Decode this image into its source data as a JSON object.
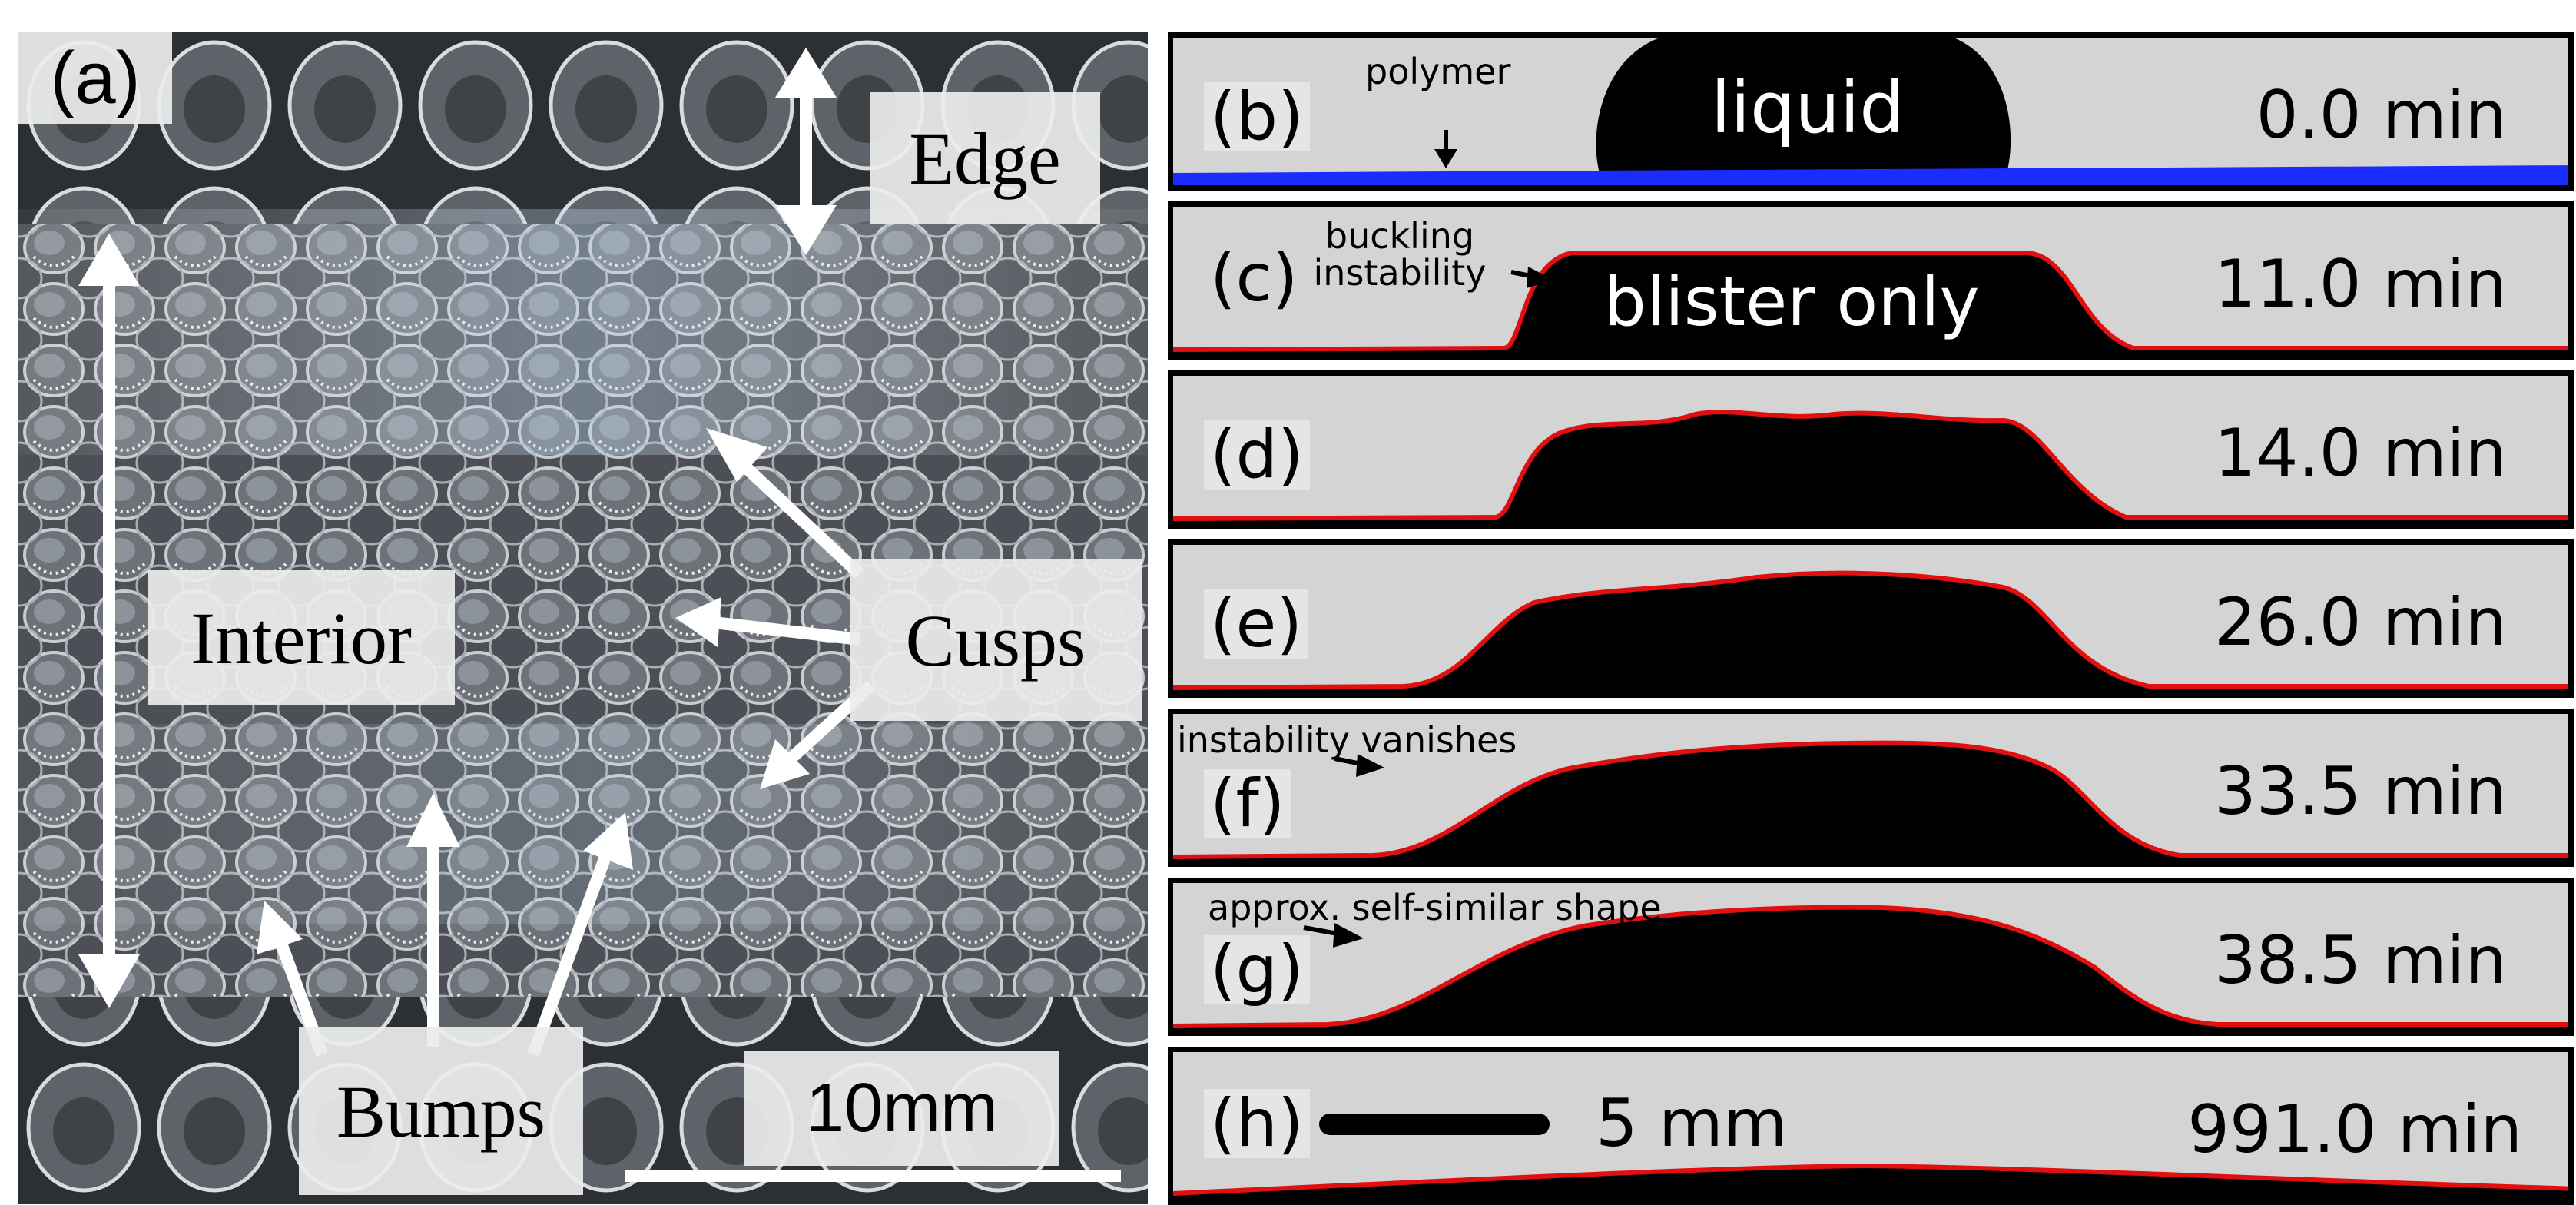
{
  "panel_a": {
    "tag": "(a)",
    "labels": {
      "edge": "Edge",
      "interior": "Interior",
      "cusps": "Cusps",
      "bumps": "Bumps",
      "scale": "10mm"
    }
  },
  "strips": [
    {
      "tag": "(b)",
      "time": "0.0 min",
      "label": "liquid",
      "annotation": "polymer"
    },
    {
      "tag": "(c)",
      "time": "11.0 min",
      "label": "blister only",
      "annotation": "buckling instability"
    },
    {
      "tag": "(d)",
      "time": "14.0 min"
    },
    {
      "tag": "(e)",
      "time": "26.0 min"
    },
    {
      "tag": "(f)",
      "time": "33.5 min",
      "annotation": "instability vanishes"
    },
    {
      "tag": "(g)",
      "time": "38.5 min",
      "annotation": "approx. self-similar shape"
    },
    {
      "tag": "(h)",
      "time": "991.0 min",
      "scale": "5 mm"
    }
  ],
  "colors": {
    "polymer_line": "#1a2cff",
    "profile_line": "#e01010",
    "strip_background": "#d4d4d4",
    "blister": "#000000"
  }
}
